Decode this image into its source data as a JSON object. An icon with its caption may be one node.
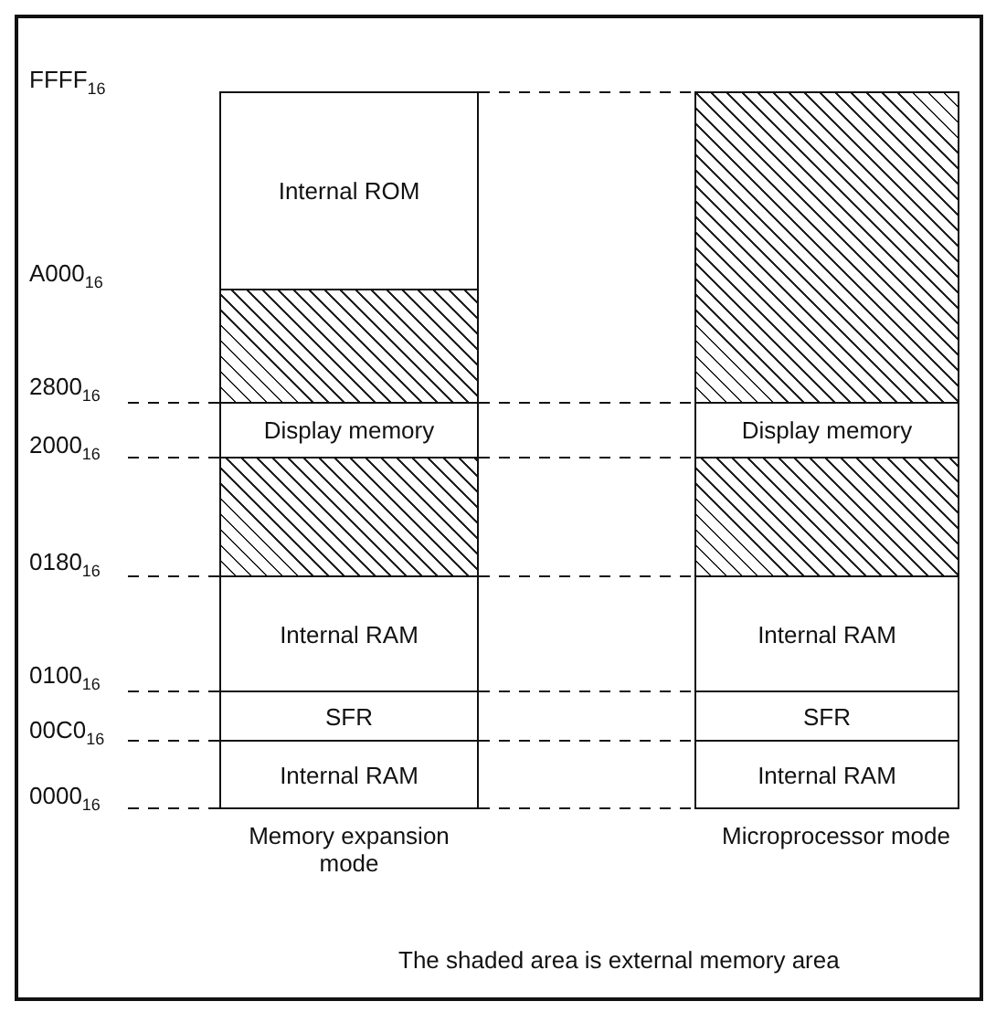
{
  "diagram": {
    "nodes": [
      {
        "text": [
          "Internal ROM"
        ]
      },
      {
        "text": [],
        "shape": "box"
      },
      {
        "text": [],
        "shape": "box"
      },
      {
        "text": [
          "Display memory"
        ]
      },
      {
        "text": [
          "Display memory"
        ]
      },
      {
        "text": [],
        "shape": "box"
      },
      {
        "text": [],
        "shape": "box"
      },
      {
        "text": [
          "Internal RAM"
        ]
      },
      {
        "text": [
          "Internal RAM"
        ]
      },
      {
        "text": [
          "SFR"
        ]
      },
      {
        "text": [
          "SFR"
        ]
      },
      {
        "text": [
          "Internal RAM"
        ]
      },
      {
        "text": [
          "Internal RAM"
        ]
      }
    ],
    "edges": [],
    "labels": [
      "FFFF$_{16}$",
      "A000$_{16}$",
      "2800$_{16}$",
      "2000$_{16}$",
      "0180$_{16}$",
      "0100$_{16}$",
      "00C0$_{16}$",
      "0000$_{16}$",
      "Memory expansion mode",
      "Microprocessor mode",
      "The shaded area is external memory area"
    ]
  }
}
